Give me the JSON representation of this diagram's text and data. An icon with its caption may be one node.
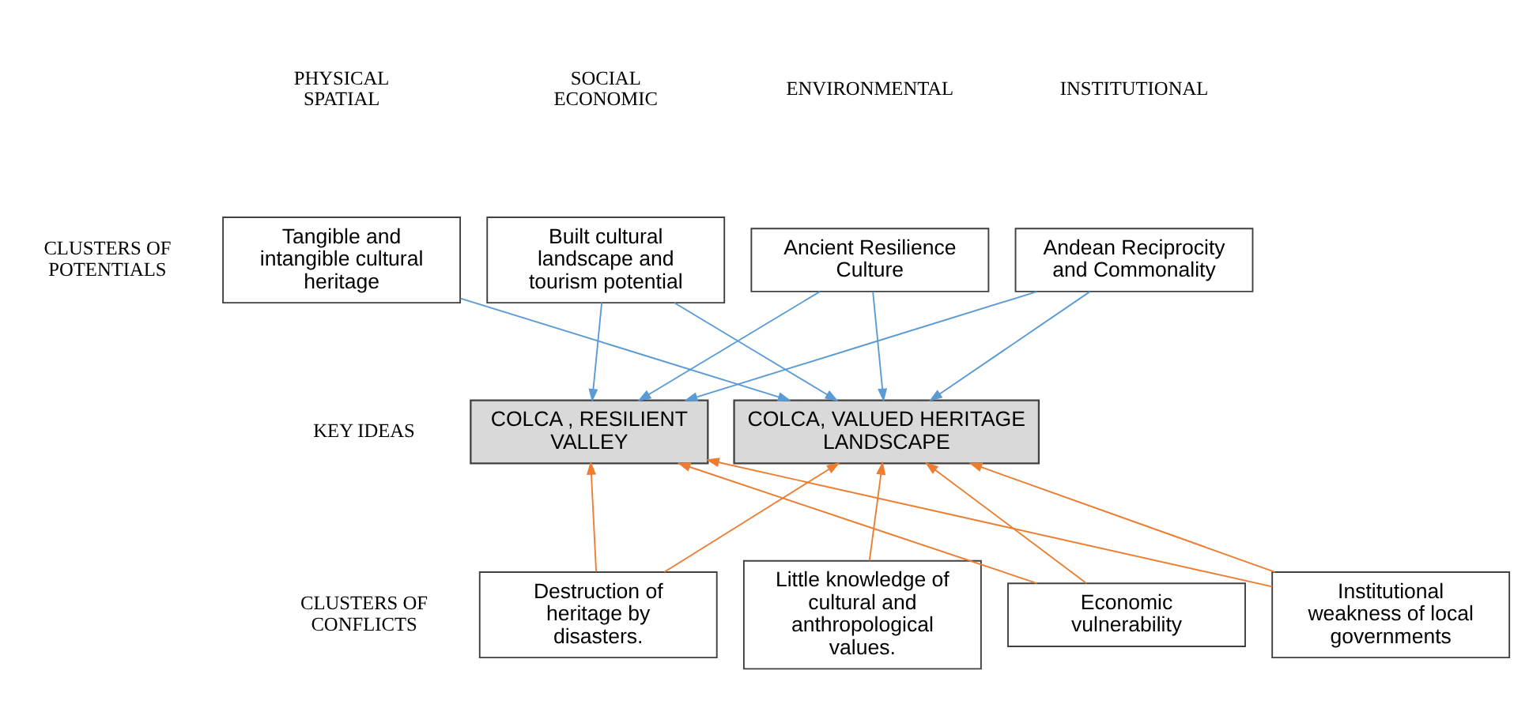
{
  "diagram": {
    "nodes": [
      {
        "text": [
          "Tangible and intangible cultural heritage"
        ]
      },
      {
        "text": [
          "Built cultural landscape and tourism potential"
        ]
      },
      {
        "text": [
          "Ancient Resilience Culture"
        ]
      },
      {
        "text": [
          "Andean Reciprocity and Commonality"
        ]
      },
      {
        "text": [
          "COLCA , RESILIENT VALLEY"
        ]
      },
      {
        "text": [
          "COLCA, VALUED HERITAGE LANDSCAPE"
        ]
      },
      {
        "text": [
          "Destruction of heritage by disasters."
        ]
      },
      {
        "text": [
          "Little knowledge of cultural and anthropological values."
        ]
      },
      {
        "text": [
          "Economic vulnerability"
        ]
      },
      {
        "text": [
          "Institutional weakness of local governments"
        ]
      }
    ],
    "edges": [
      {
        "from": 0,
        "to": 5,
        "arrow": "to",
        "color": "#5b9bd5"
      },
      {
        "from": 1,
        "to": 4,
        "arrow": "to",
        "color": "#5b9bd5"
      },
      {
        "from": 1,
        "to": 5,
        "arrow": "to",
        "color": "#5b9bd5"
      },
      {
        "from": 2,
        "to": 4,
        "arrow": "to",
        "color": "#5b9bd5"
      },
      {
        "from": 2,
        "to": 5,
        "arrow": "to",
        "color": "#5b9bd5"
      },
      {
        "from": 3,
        "to": 4,
        "arrow": "to",
        "color": "#5b9bd5"
      },
      {
        "from": 3,
        "to": 5,
        "arrow": "to",
        "color": "#5b9bd5"
      },
      {
        "from": 6,
        "to": 4,
        "arrow": "to",
        "color": "#ed7d31"
      },
      {
        "from": 6,
        "to": 5,
        "arrow": "to",
        "color": "#ed7d31"
      },
      {
        "from": 7,
        "to": 5,
        "arrow": "to",
        "color": "#ed7d31"
      },
      {
        "from": 8,
        "to": 4,
        "arrow": "to",
        "color": "#ed7d31"
      },
      {
        "from": 8,
        "to": 5,
        "arrow": "to",
        "color": "#ed7d31"
      },
      {
        "from": 9,
        "to": 4,
        "arrow": "to",
        "color": "#ed7d31"
      },
      {
        "from": 9,
        "to": 5,
        "arrow": "to",
        "color": "#ed7d31"
      }
    ],
    "labels": [
      "PHYSICAL SPATIAL",
      "SOCIAL ECONOMIC",
      "ENVIRONMENTAL",
      "INSTITUTIONAL",
      "CLUSTERS OF POTENTIALS",
      "KEY IDEAS",
      "CLUSTERS OF CONFLICTS"
    ]
  }
}
